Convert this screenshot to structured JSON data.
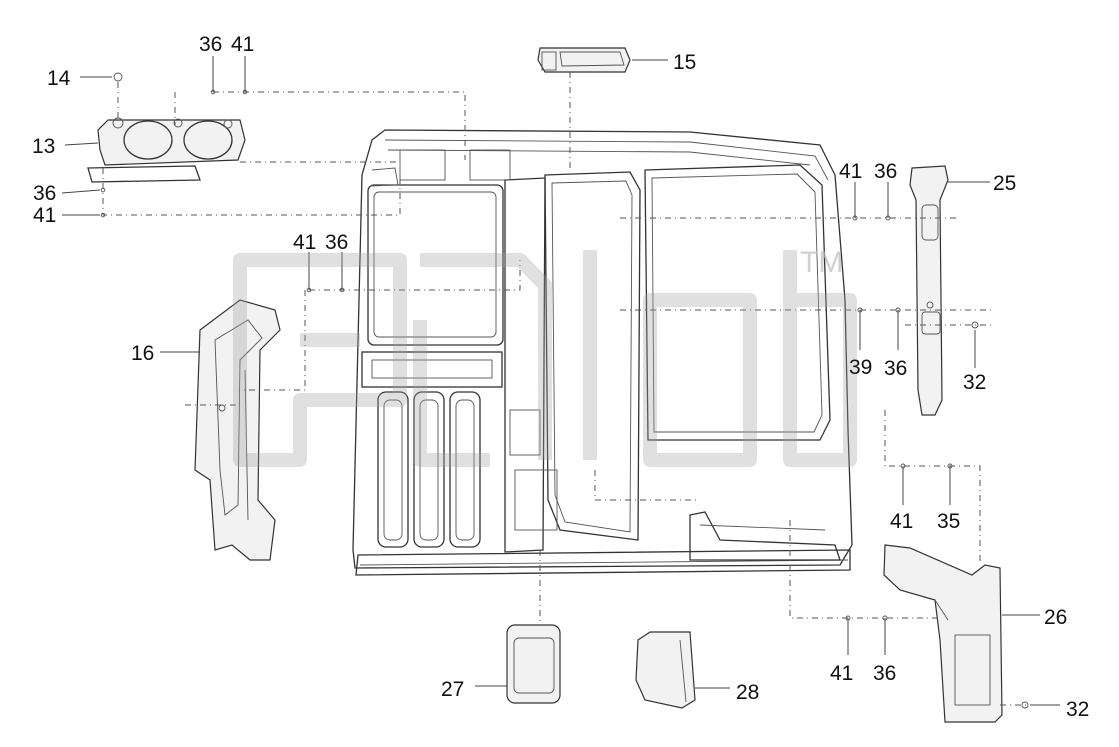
{
  "callouts": [
    {
      "id": "c13",
      "label": "13"
    },
    {
      "id": "c14",
      "label": "14"
    },
    {
      "id": "c36a",
      "label": "36"
    },
    {
      "id": "c41a",
      "label": "41"
    },
    {
      "id": "c36b",
      "label": "36"
    },
    {
      "id": "c41b",
      "label": "41"
    },
    {
      "id": "c15",
      "label": "15"
    },
    {
      "id": "c41c",
      "label": "41"
    },
    {
      "id": "c36c",
      "label": "36"
    },
    {
      "id": "c16",
      "label": "16"
    },
    {
      "id": "c41d",
      "label": "41"
    },
    {
      "id": "c36d",
      "label": "36"
    },
    {
      "id": "c25",
      "label": "25"
    },
    {
      "id": "c39",
      "label": "39"
    },
    {
      "id": "c36e",
      "label": "36"
    },
    {
      "id": "c32a",
      "label": "32"
    },
    {
      "id": "c41e",
      "label": "41"
    },
    {
      "id": "c35",
      "label": "35"
    },
    {
      "id": "c26",
      "label": "26"
    },
    {
      "id": "c41f",
      "label": "41"
    },
    {
      "id": "c36f",
      "label": "36"
    },
    {
      "id": "c27",
      "label": "27"
    },
    {
      "id": "c28",
      "label": "28"
    },
    {
      "id": "c32b",
      "label": "32"
    }
  ],
  "watermark": {
    "tm": "TM"
  },
  "colors": {
    "line": "#333333",
    "watermark": "#9e9e9e",
    "background": "#ffffff"
  }
}
